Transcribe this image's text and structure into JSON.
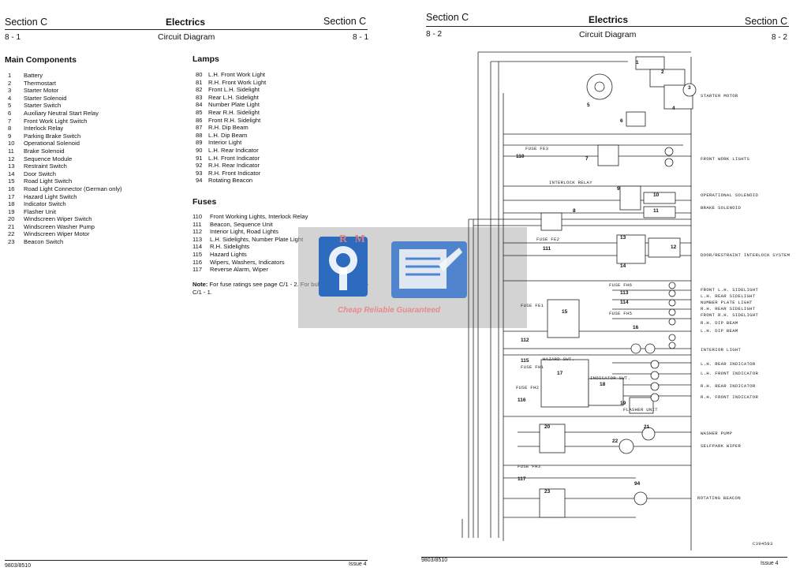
{
  "left_page": {
    "section": "Section C",
    "title": "Electrics",
    "section_right": "Section C",
    "page_left": "8 - 1",
    "subtitle": "Circuit Diagram",
    "page_right": "8 - 1",
    "main_components_heading": "Main Components",
    "main_components": [
      {
        "n": "1",
        "label": "Battery"
      },
      {
        "n": "2",
        "label": "Thermostart"
      },
      {
        "n": "3",
        "label": "Starter Motor"
      },
      {
        "n": "4",
        "label": "Starter Solenoid"
      },
      {
        "n": "5",
        "label": "Starter Switch"
      },
      {
        "n": "6",
        "label": "Auxiliary Neutral Start Relay"
      },
      {
        "n": "7",
        "label": "Front Work Light Switch"
      },
      {
        "n": "8",
        "label": "Interlock Relay"
      },
      {
        "n": "9",
        "label": "Parking Brake Switch"
      },
      {
        "n": "10",
        "label": "Operational Solenoid"
      },
      {
        "n": "11",
        "label": "Brake Solenoid"
      },
      {
        "n": "12",
        "label": "Sequence Module"
      },
      {
        "n": "13",
        "label": "Restraint Switch"
      },
      {
        "n": "14",
        "label": "Door Switch"
      },
      {
        "n": "15",
        "label": "Road Light Switch"
      },
      {
        "n": "16",
        "label": "Road Light Connector (German only)"
      },
      {
        "n": "17",
        "label": "Hazard Light Switch"
      },
      {
        "n": "18",
        "label": "Indicator Switch"
      },
      {
        "n": "19",
        "label": "Flasher Unit"
      },
      {
        "n": "20",
        "label": "Windscreen Wiper Switch"
      },
      {
        "n": "21",
        "label": "Windscreen Washer Pump"
      },
      {
        "n": "22",
        "label": "Windscreen Wiper Motor"
      },
      {
        "n": "23",
        "label": "Beacon Switch"
      }
    ],
    "lamps_heading": "Lamps",
    "lamps": [
      {
        "n": "80",
        "label": "L.H. Front Work Light"
      },
      {
        "n": "81",
        "label": "R.H. Front Work Light"
      },
      {
        "n": "82",
        "label": "Front L.H. Sidelight"
      },
      {
        "n": "83",
        "label": "Rear L.H. Sidelight"
      },
      {
        "n": "84",
        "label": "Number Plate Light"
      },
      {
        "n": "85",
        "label": "Rear R.H. Sidelight"
      },
      {
        "n": "86",
        "label": "Front R.H. Sidelight"
      },
      {
        "n": "87",
        "label": "R.H. Dip Beam"
      },
      {
        "n": "88",
        "label": "L.H. Dip Beam"
      },
      {
        "n": "89",
        "label": "Interior Light"
      },
      {
        "n": "90",
        "label": "L.H. Rear Indicator"
      },
      {
        "n": "91",
        "label": "L.H. Front Indicator"
      },
      {
        "n": "92",
        "label": "R.H. Rear Indicator"
      },
      {
        "n": "93",
        "label": "R.H. Front Indicator"
      },
      {
        "n": "94",
        "label": "Rotating Beacon"
      }
    ],
    "fuses_heading": "Fuses",
    "fuses": [
      {
        "n": "110",
        "label": "Front Working Lights, Interlock Relay"
      },
      {
        "n": "111",
        "label": "Beacon, Sequence Unit"
      },
      {
        "n": "112",
        "label": "Interior Light, Road Lights"
      },
      {
        "n": "113",
        "label": "L.H. Sidelights, Number Plate Light"
      },
      {
        "n": "114",
        "label": "R.H. Sidelights"
      },
      {
        "n": "115",
        "label": "Hazard Lights"
      },
      {
        "n": "116",
        "label": "Wipers, Washers, Indicators"
      },
      {
        "n": "117",
        "label": "Reverse Alarm, Wiper"
      }
    ],
    "note_label": "Note:",
    "note_text": "For fuse ratings see page C/1 - 2. For bulb ratings see page C/1 - 1.",
    "footer_left": "9803/8510",
    "footer_right": "Issue 4"
  },
  "watermark": {
    "logo_letters": "R M",
    "tagline": "Cheap Reliable Guaranteed"
  },
  "right_page": {
    "section": "Section C",
    "title": "Electrics",
    "section_right": "Section C",
    "page_left": "8 - 2",
    "subtitle": "Circuit Diagram",
    "page_right": "8 - 2",
    "diagram_labels": [
      {
        "text": "STARTER MOTOR"
      },
      {
        "text": "FRONT WORK LIGHTS"
      },
      {
        "text": "OPERATIONAL SOLENOID"
      },
      {
        "text": "BRAKE SOLENOID"
      },
      {
        "text": "DOOR/RESTRAINT INTERLOCK SYSTEM"
      },
      {
        "text": "FRONT L.H. SIDELIGHT"
      },
      {
        "text": "L.H. REAR SIDELIGHT"
      },
      {
        "text": "NUMBER PLATE LIGHT"
      },
      {
        "text": "R.H. REAR SIDELIGHT"
      },
      {
        "text": "FRONT R.H. SIDELIGHT"
      },
      {
        "text": "R.H. DIP BEAM"
      },
      {
        "text": "L.H. DIP BEAM"
      },
      {
        "text": "INTERIOR LIGHT"
      },
      {
        "text": "L.H. REAR INDICATOR"
      },
      {
        "text": "L.H. FRONT INDICATOR"
      },
      {
        "text": "R.H. REAR INDICATOR"
      },
      {
        "text": "R.H. FRONT INDICATOR"
      },
      {
        "text": "WASHER PUMP"
      },
      {
        "text": "SELFPARK WIPER"
      },
      {
        "text": "ROTATING BEACON"
      }
    ],
    "fuse_tags": [
      "FUSE FE3",
      "FUSE FE2",
      "FUSE FE1",
      "FUSE FH6",
      "FUSE FH5",
      "FUSE FH1",
      "FUSE FH2",
      "FUSE FH3"
    ],
    "inline_labels": [
      "INTERLOCK RELAY",
      "HAZARD SWT.",
      "INDICATOR SWT.",
      "FLASHER UNIT"
    ],
    "figure_code": "C394593",
    "footer_left": "9803/8510",
    "footer_right": "Issue 4"
  }
}
